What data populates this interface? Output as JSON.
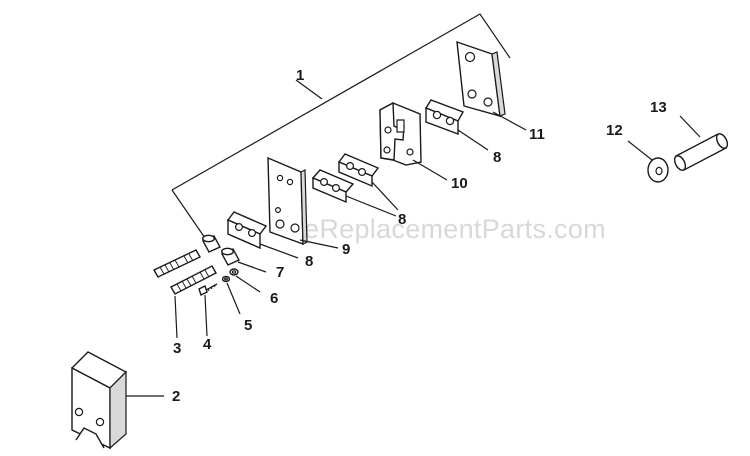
{
  "watermark": "eReplacementParts.com",
  "callouts": {
    "c1": "1",
    "c2": "2",
    "c3": "3",
    "c4": "4",
    "c5": "5",
    "c6": "6",
    "c7": "7",
    "c8a": "8",
    "c8b": "8",
    "c8c": "8",
    "c9": "9",
    "c10": "10",
    "c11": "11",
    "c12": "12",
    "c13": "13"
  }
}
